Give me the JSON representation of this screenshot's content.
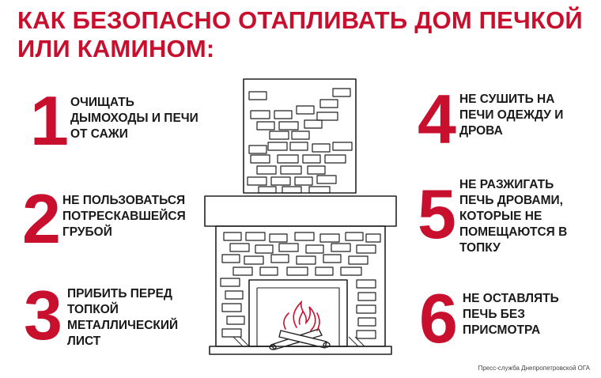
{
  "title": {
    "line1": "КАК БЕЗОПАСНО ОТАПЛИВАТЬ ДОМ ПЕЧКОЙ",
    "line2": "ИЛИ КАМИНОМ:"
  },
  "tips": [
    {
      "number": "1",
      "text": "ОЧИЩАТЬ\nДЫМОХОДЫ И ПЕЧИ\nОТ САЖИ"
    },
    {
      "number": "2",
      "text": "НЕ ПОЛЬЗОВАТЬСЯ\nПОТРЕСКАВШЕЙСЯ\nГРУБОЙ"
    },
    {
      "number": "3",
      "text": "ПРИБИТЬ ПЕРЕД\nТОПКОЙ\nМЕТАЛЛИЧЕСКИЙ\nЛИСТ"
    },
    {
      "number": "4",
      "text": "НЕ СУШИТЬ НА\nПЕЧИ ОДЕЖДУ И\nДРОВА"
    },
    {
      "number": "5",
      "text": "НЕ РАЗЖИГАТЬ\nПЕЧЬ ДРОВАМИ,\nКОТОРЫЕ НЕ\nПОМЕЩАЮТСЯ В\nТОПКУ"
    },
    {
      "number": "6",
      "text": "НЕ ОСТАВЛЯТЬ\nПЕЧЬ БЕЗ\nПРИСМОТРА"
    }
  ],
  "credit": "Пресс-служба Днепропетровской ОГА",
  "colors": {
    "accent": "#c8102e",
    "text": "#1a1a1a",
    "line": "#222222",
    "flame": "#c8102e"
  },
  "icons": {
    "illustration": "fireplace-illustration"
  }
}
